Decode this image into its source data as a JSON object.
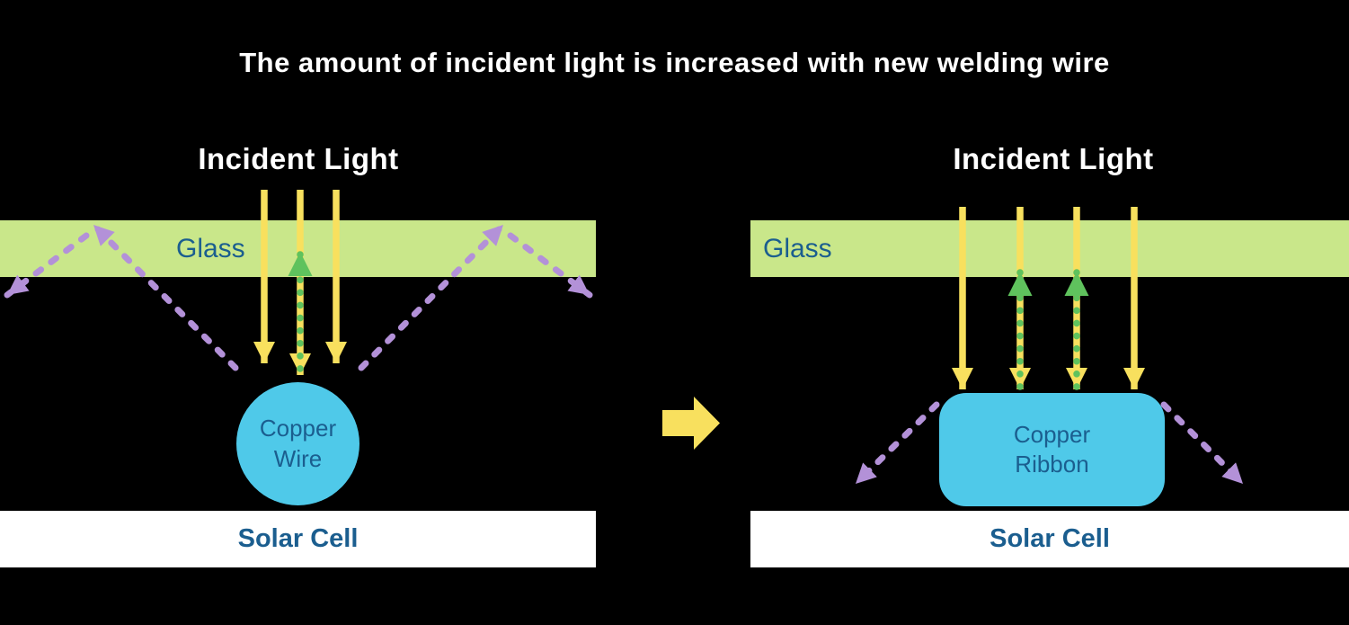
{
  "title": "The amount of incident light is increased with new welding wire",
  "colors": {
    "background": "#000000",
    "title-text": "#ffffff",
    "heading-text": "#ffffff",
    "glass-fill": "#c9e78a",
    "label-text": "#1b5e8f",
    "ray-yellow": "#f8e05e",
    "ray-green": "#5fc25d",
    "ray-purple": "#b391d8",
    "copper-fill": "#4fc9e9",
    "solar-fill": "#ffffff"
  },
  "icons": {
    "transition": "right-arrow-icon"
  },
  "left_panel": {
    "heading": "Incident Light",
    "glass_label": "Glass",
    "copper_label": [
      "Copper",
      "Wire"
    ],
    "solar_label": "Solar Cell"
  },
  "right_panel": {
    "heading": "Incident Light",
    "glass_label": "Glass",
    "copper_label": [
      "Copper",
      "Ribbon"
    ],
    "solar_label": "Solar Cell"
  }
}
